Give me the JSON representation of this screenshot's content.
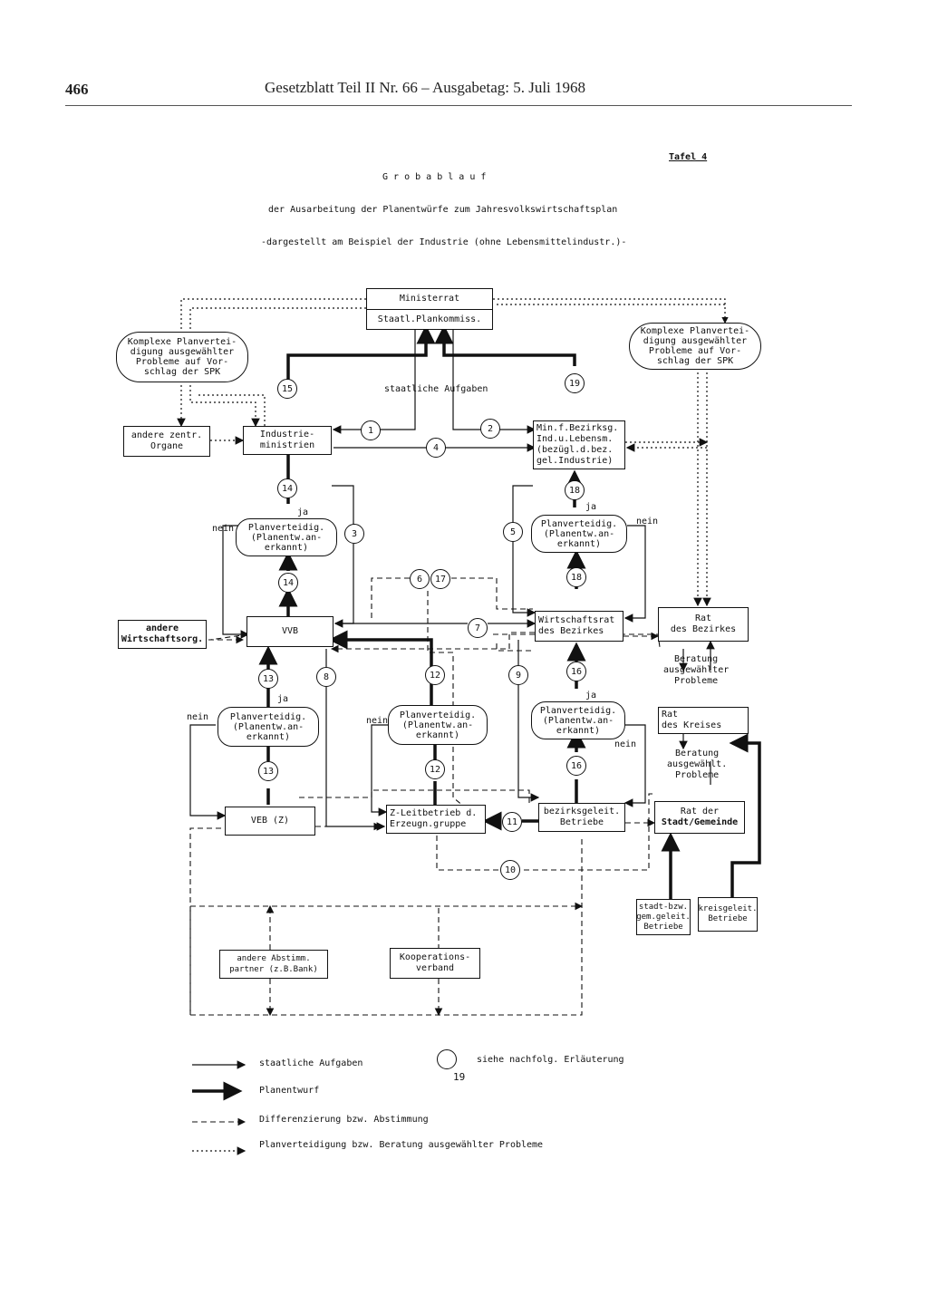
{
  "header": {
    "page_number": "466",
    "running_title": "Gesetzblatt Teil II Nr. 66 – Ausgabetag: 5. Juli 1968"
  },
  "table_label": "Tafel 4",
  "title": {
    "line1": "G r o b a b l a u f",
    "line2": "der Ausarbeitung der Planentwürfe zum Jahresvolkswirtschaftsplan",
    "line3": "-dargestellt am Beispiel der Industrie (ohne Lebensmittelindustr.)-"
  },
  "boxes": {
    "ministerrat": "Ministerrat",
    "staatl_plankommiss": "Staatl.Plankommiss.",
    "andere_zentr": [
      "andere zentr.",
      "Organe"
    ],
    "industrieministrien": [
      "Industrie-",
      "ministrien"
    ],
    "min_bezirksg": [
      "Min.f.Bezirksg.",
      "Ind.u.Lebensm.",
      "(bezügl.d.bez.",
      "gel.Industrie)"
    ],
    "andere_wirtschaftsorg": [
      "andere",
      "Wirtschaftsorg."
    ],
    "vvb": "VVB",
    "wirtschaftsrat": [
      "Wirtschaftsrat",
      "des Bezirkes"
    ],
    "rat_bezirk": [
      "Rat",
      "des Bezirkes"
    ],
    "rat_kreis": [
      "Rat",
      "des Kreises"
    ],
    "rat_stadt": [
      "Rat der",
      "Stadt/Gemeinde"
    ],
    "veb_z": "VEB (Z)",
    "z_leitbetrieb": [
      "Z-Leitbetrieb d.",
      "Erzeugn.gruppe"
    ],
    "bezirksgeleit": [
      "bezirksgeleit.",
      "Betriebe"
    ],
    "stadt_bzw": [
      "stadt-bzw.",
      "gem.geleit.",
      "Betriebe"
    ],
    "kreisgeleit": [
      "kreisgeleit.",
      "Betriebe"
    ],
    "andere_abstimm": [
      "andere Abstimm.",
      "partner (z.B.Bank)"
    ],
    "kooperation": [
      "Kooperations-",
      "verband"
    ]
  },
  "pills": {
    "komplexe_left": [
      "Komplexe Planvertei-",
      "digung ausgewählter",
      "Probleme auf Vor-",
      "schlag der SPK"
    ],
    "komplexe_right": [
      "Komplexe Planvertei-",
      "digung ausgewählter",
      "Probleme auf Vor-",
      "schlag der SPK"
    ],
    "pv_14": [
      "Planverteidig.",
      "(Planentw.an-",
      "erkannt)"
    ],
    "pv_18": [
      "Planverteidig.",
      "(Planentw.an-",
      "erkannt)"
    ],
    "pv_13": [
      "Planverteidig.",
      "(Planentw.an-",
      "erkannt)"
    ],
    "pv_12": [
      "Planverteidig.",
      "(Planentw.an-",
      "erkannt)"
    ],
    "pv_16": [
      "Planverteidig.",
      "(Planentw.an-",
      "erkannt)"
    ]
  },
  "labels": {
    "staatliche_aufgaben": "staatliche Aufgaben",
    "ja": "ja",
    "nein": "nein",
    "beratung_1": [
      "Beratung",
      "ausgewählter",
      "Probleme"
    ],
    "beratung_2": [
      "Beratung",
      "ausgewählt.",
      "Probleme"
    ]
  },
  "circles": {
    "c1": "1",
    "c2": "2",
    "c3": "3",
    "c4": "4",
    "c5": "5",
    "c6": "6",
    "c7": "7",
    "c8": "8",
    "c9": "9",
    "c10": "10",
    "c11": "11",
    "c12a": "12",
    "c12b": "12",
    "c13a": "13",
    "c13b": "13",
    "c14a": "14",
    "c14b": "14",
    "c15": "15",
    "c16a": "16",
    "c16b": "16",
    "c17": "17",
    "c18a": "18",
    "c18b": "18",
    "c19": "19"
  },
  "legend": {
    "solid": "staatliche Aufgaben",
    "thick": "Planentwurf",
    "dashed": "Differenzierung bzw. Abstimmung",
    "dotted": "Planverteidigung bzw. Beratung ausgewählter Probleme",
    "circle_text": "siehe nachfolg. Erläuterung",
    "circle_sample": "19"
  }
}
